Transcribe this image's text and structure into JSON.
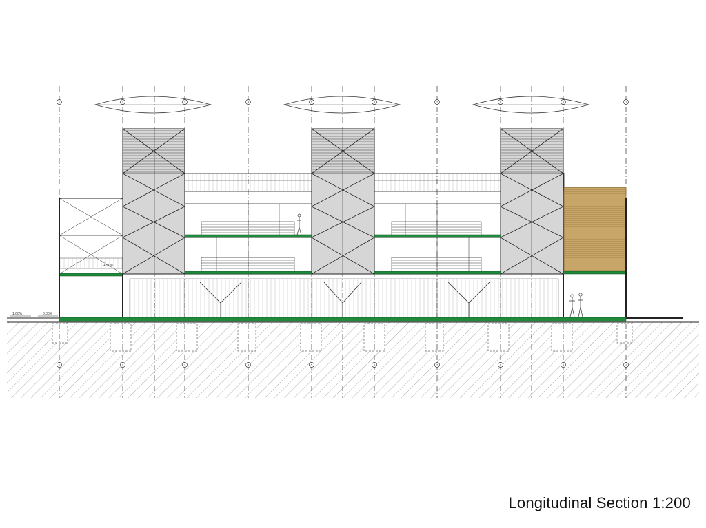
{
  "title": "Longitudinal Section 1:200",
  "level_labels": {
    "left_outer": "1.60%",
    "left_inner": "0.00%",
    "mezz": "+3.0%"
  },
  "grid_axes": [
    "1",
    "2",
    "3",
    "4",
    "5",
    "6",
    "7",
    "8",
    "9",
    "10"
  ],
  "colors": {
    "line": "#222222",
    "slab": "#1f8a3c",
    "cladding": "#c8a66a",
    "tower_fill": "#d6d6d6",
    "hatch": "#8a8a8a"
  }
}
